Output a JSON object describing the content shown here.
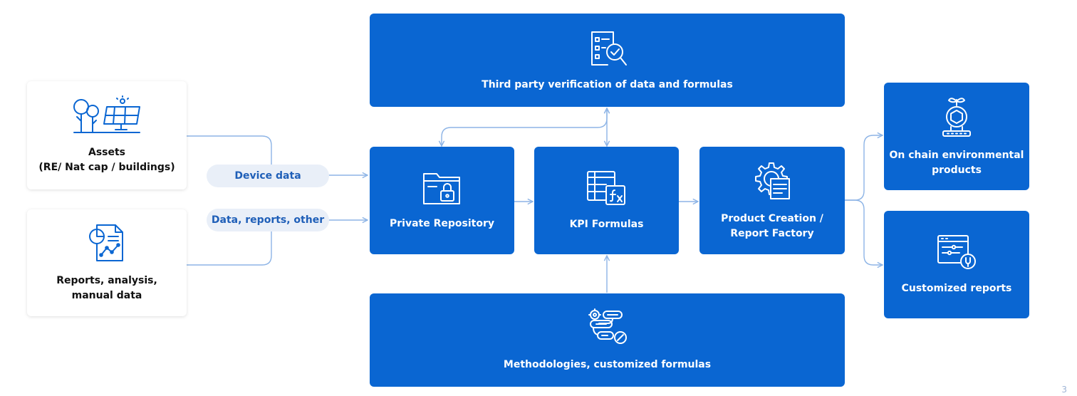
{
  "nodes": {
    "assets": "Assets\n(RE/ Nat cap / buildings)",
    "reports": "Reports, analysis,\nmanual data",
    "verification": "Third party verification of data and formulas",
    "repository": "Private Repository",
    "kpi": "KPI Formulas",
    "product": "Product Creation /\nReport Factory",
    "methodologies": "Methodologies, customized formulas",
    "onchain": "On chain environmental\nproducts",
    "customized": "Customized reports"
  },
  "edge_labels": {
    "device": "Device data",
    "data_reports": "Data, reports, other"
  },
  "page_number": "3",
  "colors": {
    "box": "#0A66D2",
    "connector": "#8DB4E6",
    "pill_bg": "#E9EFF8",
    "pill_text": "#1F5FB8"
  },
  "icons": {
    "assets": "trees-solar-panel-icon",
    "reports": "report-chart-icon",
    "verification": "document-magnifier-check-icon",
    "repository": "folder-lock-icon",
    "kpi": "spreadsheet-formula-icon",
    "product": "gear-document-icon",
    "methodologies": "process-flow-icon",
    "onchain": "sprout-chip-icon",
    "customized": "settings-window-icon"
  }
}
